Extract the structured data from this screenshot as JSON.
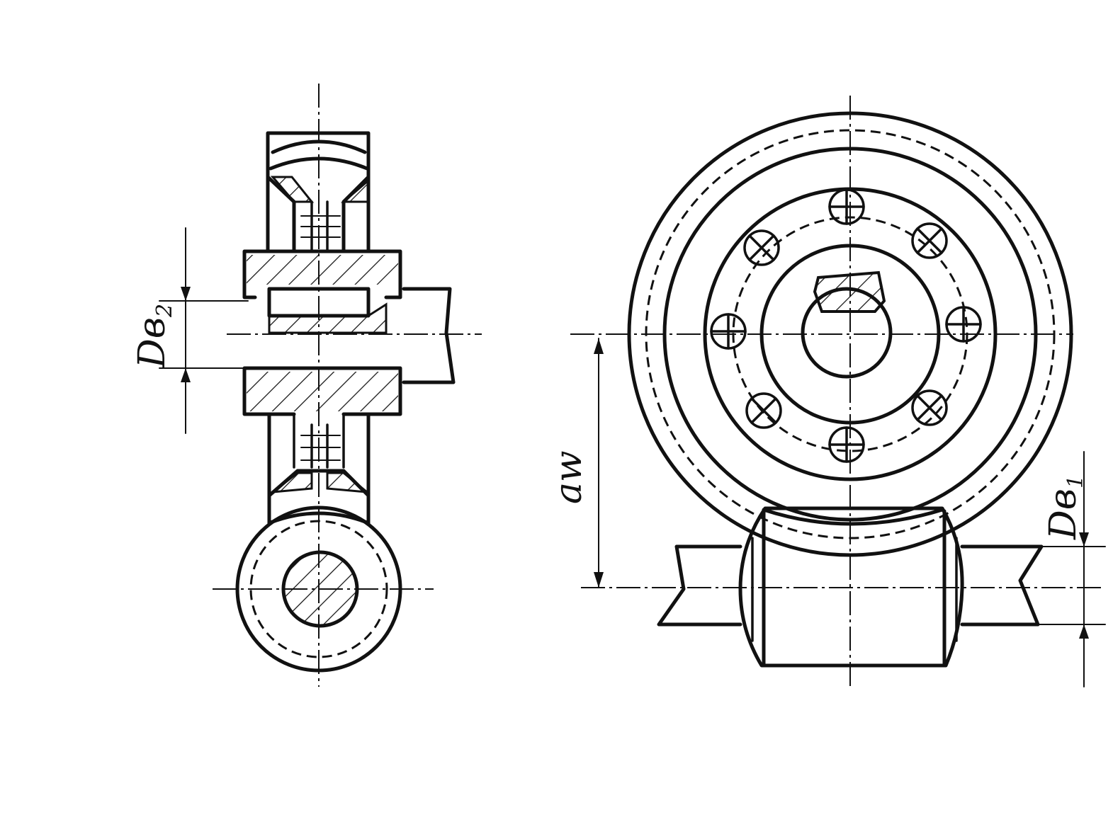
{
  "labels": {
    "wheel_shaft_diameter": "Dв",
    "wheel_shaft_diameter_sub": "2",
    "center_distance": "aw",
    "worm_shaft_diameter": "Dв",
    "worm_shaft_diameter_sub": "1"
  },
  "colors": {
    "ink": "#111111",
    "paper": "#ffffff"
  }
}
